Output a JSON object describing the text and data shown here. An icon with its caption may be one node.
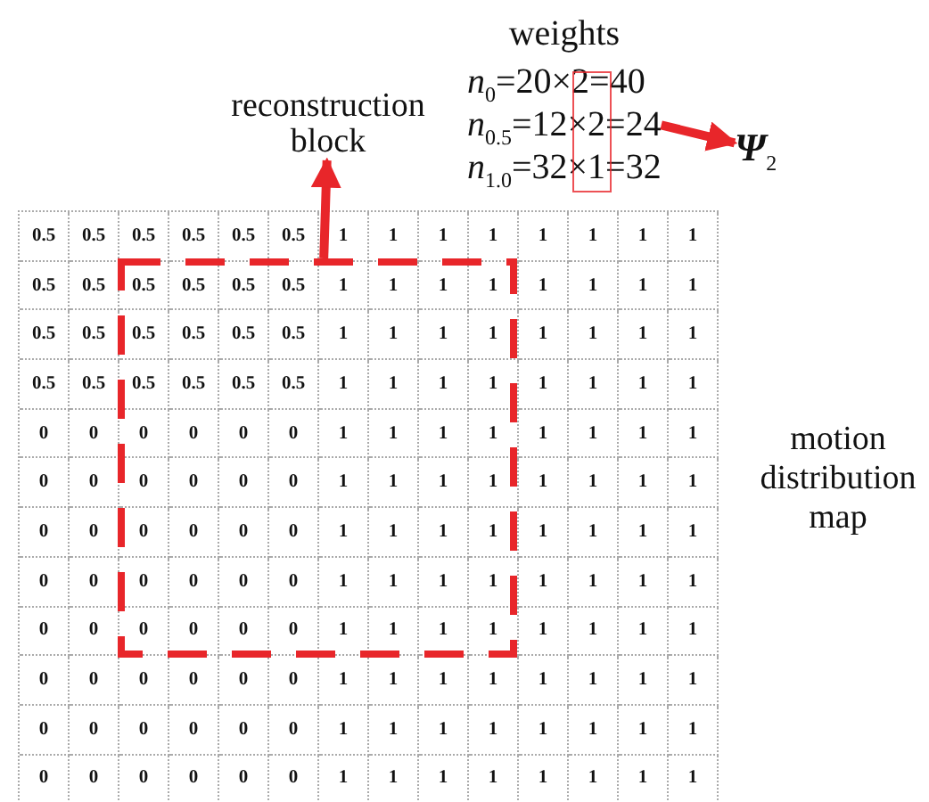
{
  "diagram": {
    "nodes": [
      {
        "text": [
          "reconstruction block"
        ]
      },
      {
        "text": [],
        "shape": "box"
      },
      {
        "text": [
          "weights",
          "*n*$_{0}$=20×2=40",
          "*n*$_{0.5}$=12×2=24",
          "*n*$_{1.0}$=32×1=32"
        ]
      },
      {
        "text": [
          "**Ψ**$_{2}$"
        ]
      }
    ],
    "edges": [
      {
        "from": 1,
        "to": 0,
        "arrow": "to"
      },
      {
        "from": 2,
        "to": 3,
        "arrow": "to"
      }
    ],
    "labels": [
      "0.5",
      "0.5",
      "0.5",
      "0.5",
      "0.5",
      "0.5",
      "1",
      "1",
      "1",
      "1",
      "1",
      "1",
      "1",
      "1",
      "0.5",
      "0.5",
      "0.5",
      "0.5",
      "0.5",
      "0.5",
      "1",
      "1",
      "1",
      "1",
      "1",
      "1",
      "1",
      "1",
      "0.5",
      "0.5",
      "0.5",
      "0.5",
      "0.5",
      "0.5",
      "1",
      "1",
      "1",
      "1",
      "1",
      "1",
      "1",
      "1",
      "0.5",
      "0.5",
      "0.5",
      "0.5",
      "0.5",
      "0.5",
      "1",
      "1",
      "1",
      "1",
      "1",
      "1",
      "1",
      "1",
      "0",
      "0",
      "0",
      "0",
      "0",
      "0",
      "1",
      "1",
      "1",
      "1",
      "1",
      "1",
      "1",
      "1",
      "0",
      "0",
      "0",
      "0",
      "0",
      "0",
      "1",
      "1",
      "1",
      "1",
      "1",
      "1",
      "1",
      "1",
      "0",
      "0",
      "0",
      "0",
      "0",
      "0",
      "1",
      "1",
      "1",
      "1",
      "1",
      "1",
      "1",
      "1",
      "0",
      "0",
      "0",
      "0",
      "0",
      "0",
      "1",
      "1",
      "1",
      "1",
      "1",
      "1",
      "1",
      "1",
      "0",
      "0",
      "0",
      "0",
      "0",
      "0",
      "1",
      "1",
      "1",
      "1",
      "1",
      "1",
      "1",
      "1",
      "0",
      "0",
      "0",
      "0",
      "0",
      "0",
      "1",
      "1",
      "1",
      "1",
      "1",
      "1",
      "1",
      "1",
      "0",
      "0",
      "0",
      "0",
      "0",
      "0",
      "1",
      "1",
      "1",
      "1",
      "1",
      "1",
      "1",
      "1",
      "0",
      "0",
      "0",
      "0",
      "0",
      "0",
      "1",
      "1",
      "1",
      "1",
      "1",
      "1",
      "1",
      "1",
      "motion distribution map"
    ]
  }
}
